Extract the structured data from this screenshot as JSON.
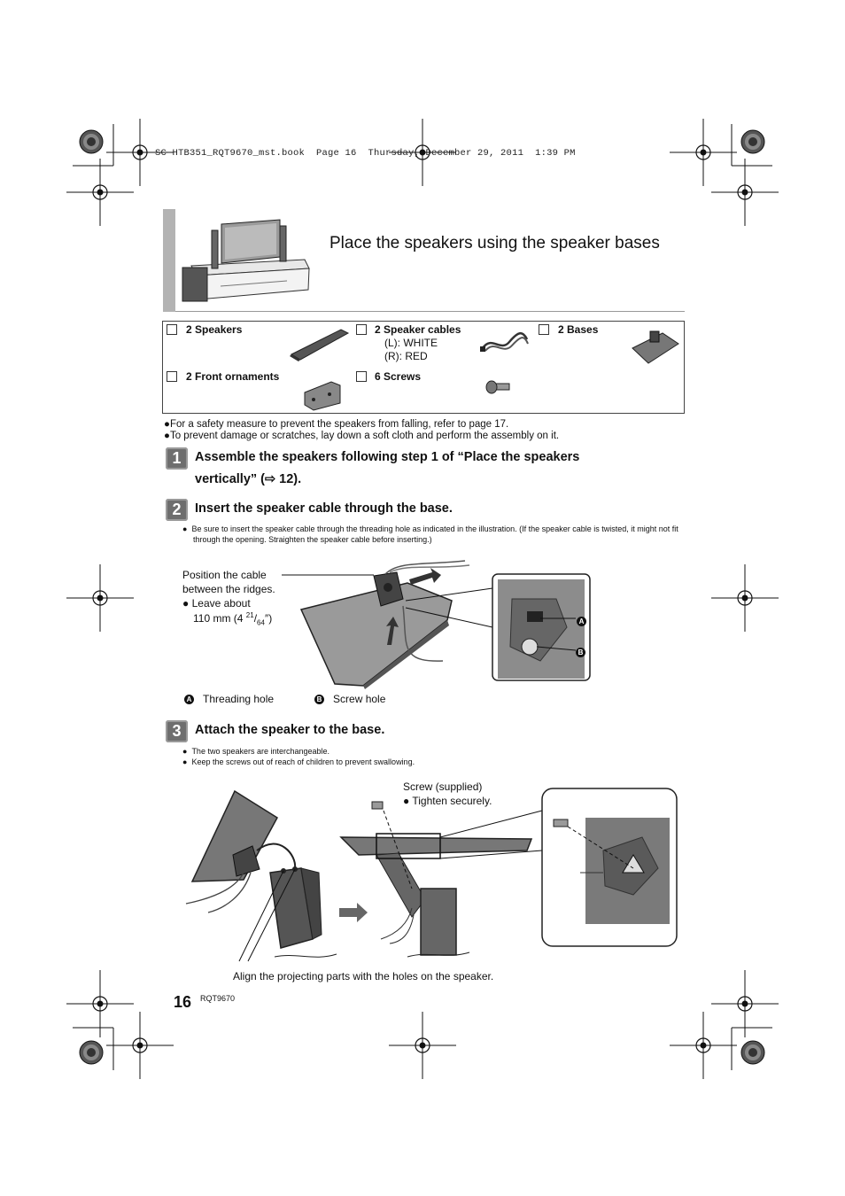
{
  "header": {
    "file_info": "SC-HTB351_RQT9670_mst.book  Page 16  Thursday, December 29, 2011  1:39 PM"
  },
  "page_title": "Place the speakers using the speaker bases",
  "parts": [
    {
      "label": "2 Speakers",
      "sub": []
    },
    {
      "label": "2 Speaker cables",
      "sub": [
        "(L): WHITE",
        "(R): RED"
      ]
    },
    {
      "label": "2 Bases",
      "sub": []
    },
    {
      "label": "2 Front ornaments",
      "sub": []
    },
    {
      "label": "6 Screws",
      "sub": []
    }
  ],
  "notes": [
    "For a safety measure to prevent the speakers from falling, refer to page 17.",
    "To prevent damage or scratches, lay down a soft cloth and perform the assembly on it."
  ],
  "steps": [
    {
      "num": "1",
      "title_line1": "Assemble the speakers following step 1 of “Place the speakers",
      "title_line2": "vertically” (⇨ 12).",
      "bullets": []
    },
    {
      "num": "2",
      "title_line1": "Insert the speaker cable through the base.",
      "bullets": [
        "Be sure to insert the speaker cable through the threading hole as indicated in the illustration. (If the speaker cable is twisted, it might not fit through the opening. Straighten the speaker cable before inserting.)"
      ]
    },
    {
      "num": "3",
      "title_line1": "Attach the speaker to the base.",
      "bullets": [
        "The two speakers are interchangeable.",
        "Keep the screws out of reach of children to prevent swallowing."
      ]
    }
  ],
  "fig2": {
    "callout_line1": "Position the cable",
    "callout_line2": "between the ridges.",
    "leave_line1": "Leave about",
    "leave_line2a": "110 mm  (4 ",
    "leave_sup": "21",
    "leave_slash": "/",
    "leave_sub": "64",
    "leave_end": "″)",
    "marker_a": "A",
    "marker_b": "B",
    "legend_a": "Threading hole",
    "legend_b": "Screw hole"
  },
  "fig3": {
    "screw_line1": "Screw (supplied)",
    "screw_line2": "Tighten securely.",
    "align_caption": "Align the projecting parts with the holes on the speaker."
  },
  "footer": {
    "page_number": "16",
    "model_code": "RQT9670"
  }
}
